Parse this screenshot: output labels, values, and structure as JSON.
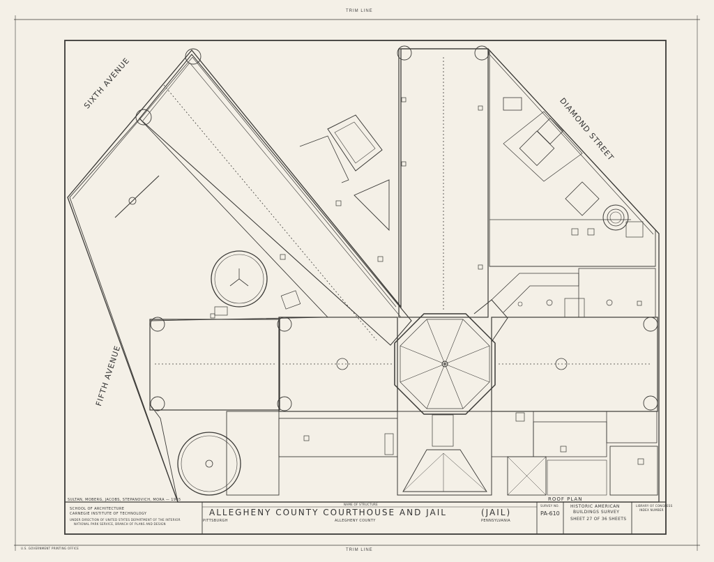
{
  "trim": {
    "top": "TRIM LINE",
    "bottom": "TRIM LINE"
  },
  "streets": {
    "sixth": "SIXTH AVENUE",
    "fifth": "FIFTH AVENUE",
    "diamond": "DIAMOND STREET"
  },
  "drawing": {
    "roof_plan": "ROOF PLAN"
  },
  "title_block": {
    "delineators": "SULTAN, MOBERG, JACOBS, STEPANOVICH, MORA — 1965",
    "school_line1": "SCHOOL OF ARCHITECTURE",
    "school_line2": "CARNEGIE INSTITUTE OF TECHNOLOGY",
    "direction_line1": "UNDER DIRECTION OF UNITED STATES DEPARTMENT OF THE INTERIOR",
    "direction_line2": "NATIONAL PARK SERVICE, BRANCH OF PLANS AND DESIGN",
    "name_label": "NAME OF STRUCTURE",
    "structure_name": "ALLEGHENY COUNTY COURTHOUSE AND JAIL",
    "structure_part": "(JAIL)",
    "city": "PITTSBURGH",
    "county": "ALLEGHENY COUNTY",
    "state": "PENNSYLVANIA",
    "survey_label": "SURVEY NO.",
    "survey_no": "PA-610",
    "habs_line1": "HISTORIC AMERICAN",
    "habs_line2": "BUILDINGS SURVEY",
    "sheet_text": "SHEET 27 OF 36 SHEETS",
    "loc_line1": "LIBRARY OF CONGRESS",
    "loc_line2": "INDEX NUMBER",
    "printer_note": "U.S. GOVERNMENT PRINTING OFFICE"
  }
}
